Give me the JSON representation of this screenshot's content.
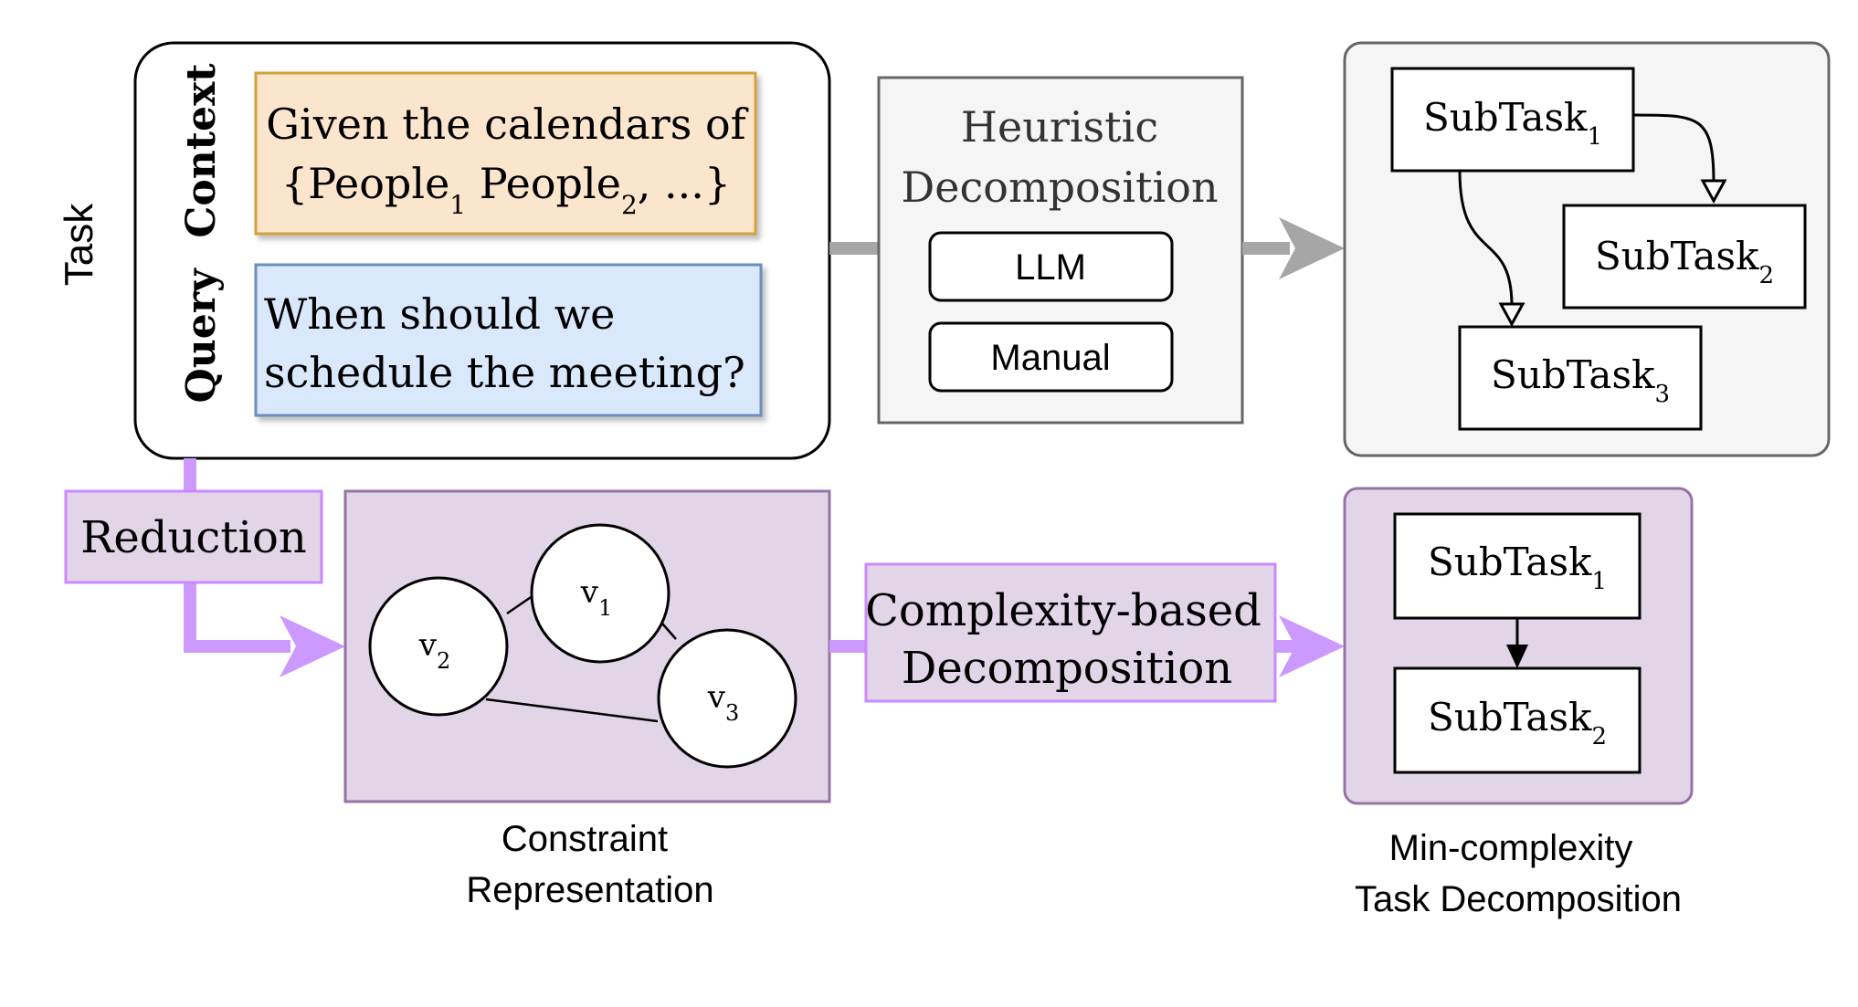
{
  "task": {
    "label": "Task",
    "context_label": "Context",
    "query_label": "Query",
    "context_line1": "Given the calendars of",
    "context_line2_prefix": "{People",
    "context_line2_sub1": "1",
    "context_line2_mid": " People",
    "context_line2_sub2": "2",
    "context_line2_suffix": ", ...}",
    "query_line1": "When should we",
    "query_line2": "schedule the meeting?"
  },
  "heuristic": {
    "title_line1": "Heuristic",
    "title_line2": "Decomposition",
    "option_llm": "LLM",
    "option_manual": "Manual"
  },
  "heuristic_result": {
    "subtask_base": "SubTask",
    "subtasks": [
      {
        "sub": "1"
      },
      {
        "sub": "2"
      },
      {
        "sub": "3"
      }
    ]
  },
  "reduction_label": "Reduction",
  "constraint": {
    "nodes": [
      {
        "label": "v",
        "sub": "1"
      },
      {
        "label": "v",
        "sub": "2"
      },
      {
        "label": "v",
        "sub": "3"
      }
    ],
    "caption_line1": "Constraint",
    "caption_line2": "Representation"
  },
  "complexity": {
    "line1": "Complexity-based",
    "line2": "Decomposition"
  },
  "min_result": {
    "subtask_base": "SubTask",
    "subtasks": [
      {
        "sub": "1"
      },
      {
        "sub": "2"
      }
    ],
    "caption_line1": "Min-complexity",
    "caption_line2": "Task Decomposition"
  },
  "colors": {
    "context_fill": "#fce5cd",
    "context_stroke": "#d6a13a",
    "query_fill": "#dae8fc",
    "query_stroke": "#6c8ebf",
    "gray_fill": "#f5f5f5",
    "gray_stroke": "#666666",
    "gray_arrow": "#a6a6a6",
    "purple_fill": "#e1d5e7",
    "purple_stroke": "#9673a6",
    "purple_accent": "#cc99ff",
    "purple_bright_stroke": "#cc88ff"
  }
}
